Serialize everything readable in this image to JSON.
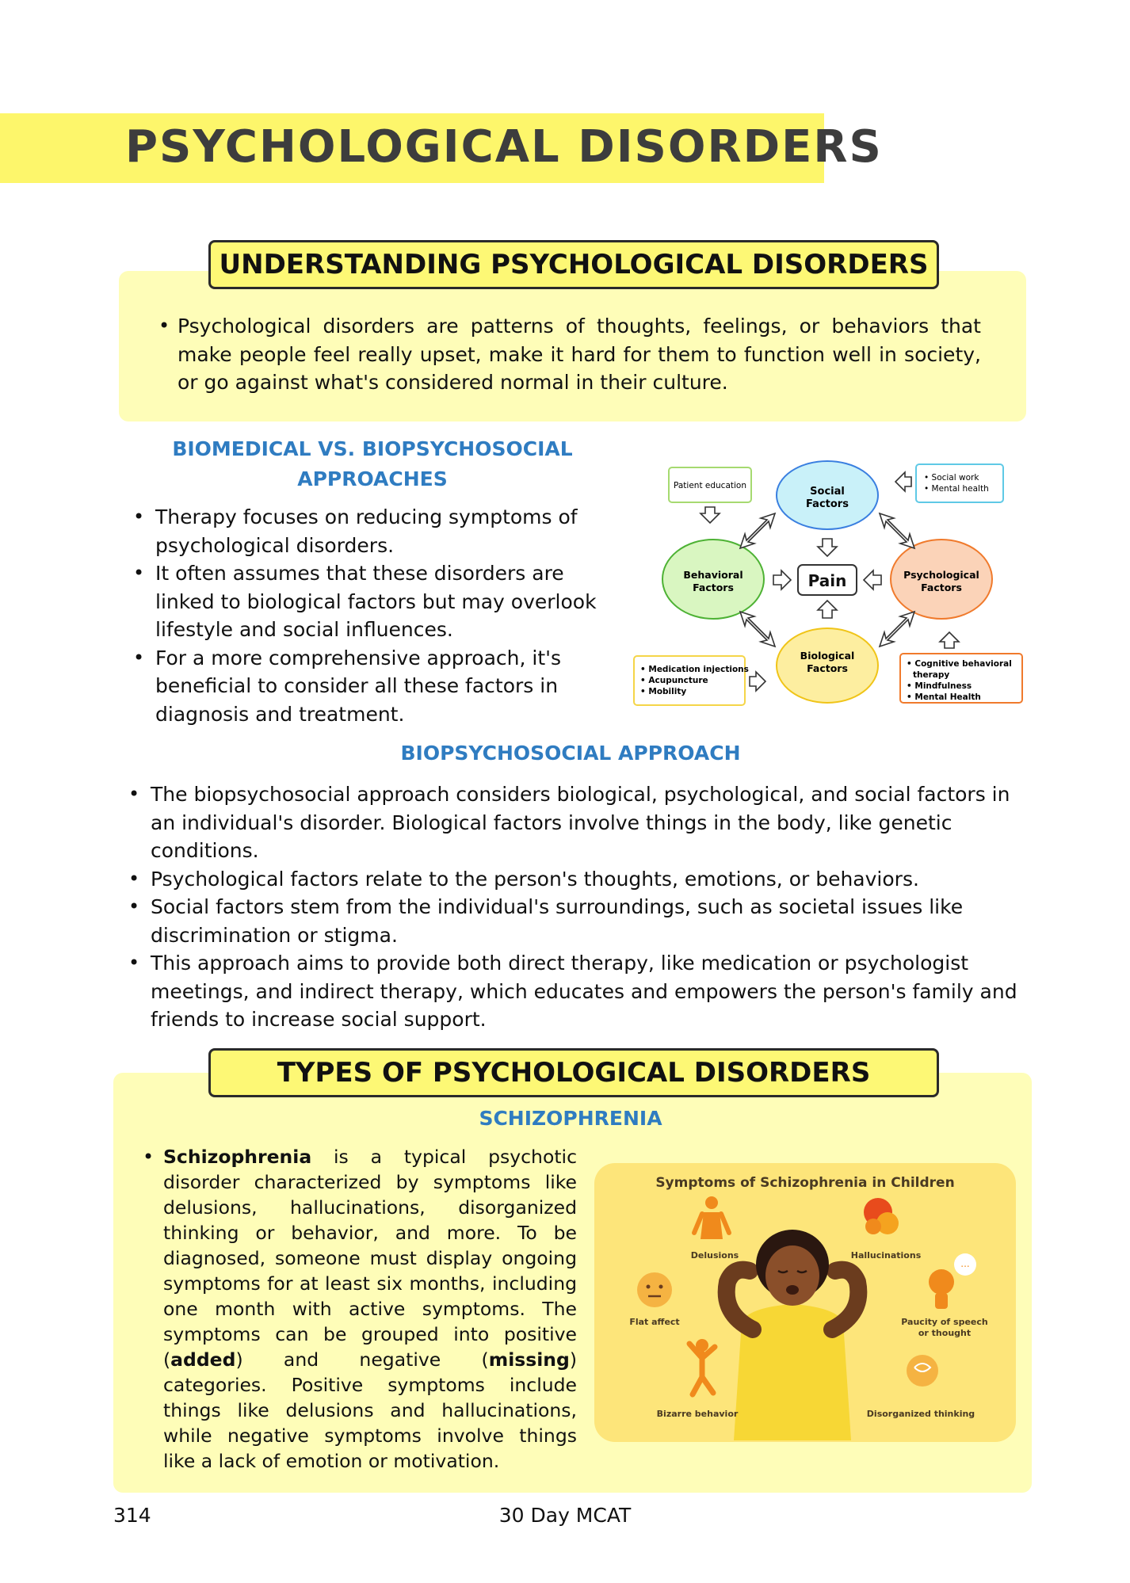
{
  "page_title": "PSYCHOLOGICAL DISORDERS",
  "section1": {
    "heading": "UNDERSTANDING PSYCHOLOGICAL DISORDERS",
    "bullets": [
      "Psychological disorders are patterns of thoughts, feelings, or behaviors that make people feel really upset, make it hard for them to function well in society, or go against what's considered normal in their culture."
    ]
  },
  "biomedical": {
    "heading_line1": "BIOMEDICAL VS. BIOPSYCHOSOCIAL",
    "heading_line2": "APPROACHES",
    "bullets": [
      "Therapy focuses on reducing symptoms of psychological disorders.",
      "It often assumes that these disorders are linked to biological factors but may overlook lifestyle and social influences.",
      "For a more comprehensive approach, it's beneficial to consider all these factors in diagnosis and treatment."
    ]
  },
  "diagram": {
    "center": "Pain",
    "social_line1": "Social",
    "social_line2": "Factors",
    "behavioral_line1": "Behavioral",
    "behavioral_line2": "Factors",
    "psychological_line1": "Psychological",
    "psychological_line2": "Factors",
    "biological_line1": "Biological",
    "biological_line2": "Factors",
    "patient_education": "Patient education",
    "social_box": [
      "• Social work",
      "• Mental health"
    ],
    "bio_box": [
      "• Medication injections",
      "• Acupuncture",
      "• Mobility"
    ],
    "psych_box": [
      "• Cognitive behavioral",
      "therapy",
      "• Mindfulness",
      "• Mental Health"
    ],
    "colors": {
      "social": "#c9f1f9",
      "behavioral": "#d9f6c1",
      "psychological": "#fbd3b8",
      "biological": "#fdeea0"
    }
  },
  "biopsychosocial": {
    "heading": "BIOPSYCHOSOCIAL APPROACH",
    "bullets": [
      "The biopsychosocial approach considers biological, psychological, and social factors in an individual's disorder. Biological factors involve things in the body, like genetic conditions.",
      "Psychological factors relate to the person's thoughts, emotions, or behaviors.",
      "Social factors stem from the individual's surroundings, such as societal issues like discrimination or stigma.",
      "This approach aims to provide both direct therapy, like medication or psychologist meetings, and indirect therapy, which educates and empowers the person's family and friends to increase social support."
    ]
  },
  "section2": {
    "heading": "TYPES OF PSYCHOLOGICAL DISORDERS",
    "sub": "SCHIZOPHRENIA",
    "p_schizo": "Schizophrenia",
    "p1": " is a typical psychotic disorder characterized by symptoms like delusions, hallucinations, disorganized thinking or behavior, and more. To be diagnosed, someone must display ongoing symptoms for at least six months, including one month with active symptoms. The symptoms can be grouped into positive (",
    "p_added": "added",
    "p2": ") and negative (",
    "p_missing": "missing",
    "p3": ") categories. Positive symptoms include things like delusions and hallucinations, while negative symptoms involve things like a lack of emotion or motivation."
  },
  "illustration": {
    "title": "Symptoms of Schizophrenia in Children",
    "delusions": "Delusions",
    "hallucinations": "Hallucinations",
    "flat_affect": "Flat affect",
    "paucity_line1": "Paucity of speech",
    "paucity_line2": "or thought",
    "bizarre": "Bizarre behavior",
    "disorganized": "Disorganized thinking",
    "ellipsis": "...",
    "colors": {
      "background": "#fde57a",
      "accent": "#f08a1c"
    }
  },
  "footer": {
    "page_number": "314",
    "book": "30 Day MCAT"
  }
}
